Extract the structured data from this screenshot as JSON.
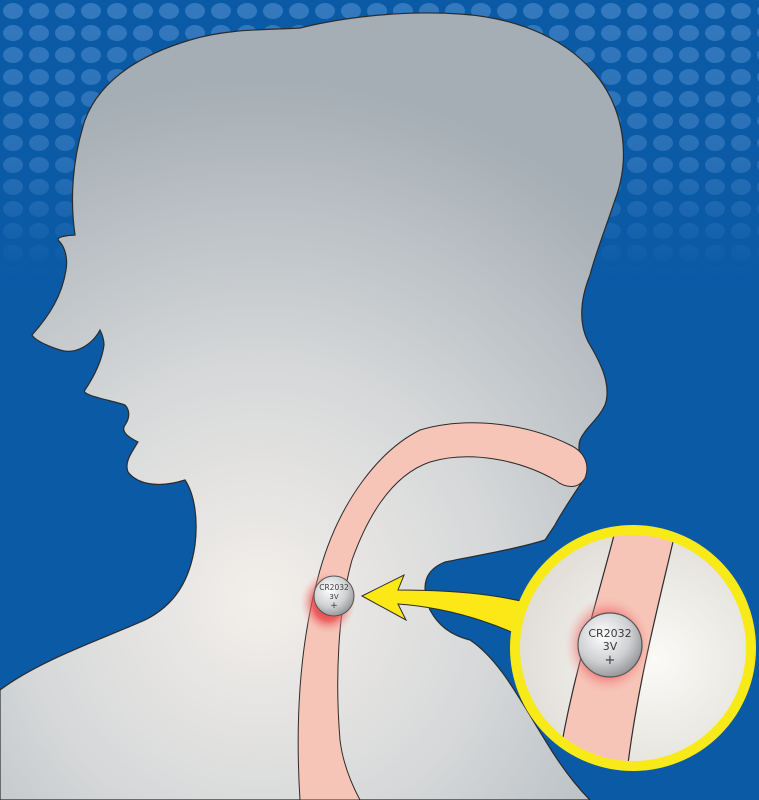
{
  "illustration": {
    "subject": "Swallowed button battery lodged in the esophagus",
    "colors": {
      "background": "#0a5aa6",
      "dots": "#3d7fc2",
      "silhouette_light": "#eeeae6",
      "silhouette_dark": "#a9b2b9",
      "esophagus": "#f7c5b8",
      "burn": "#e0202a",
      "arrow": "#fbe816",
      "magnifier_ring": "#f7ea18",
      "battery": "#c8c8c8"
    },
    "battery_small": {
      "line1": "CR2032",
      "line2": "3V",
      "line3": "+"
    },
    "battery_large": {
      "line1": "CR2032",
      "line2": "3V",
      "line3": "+"
    }
  }
}
